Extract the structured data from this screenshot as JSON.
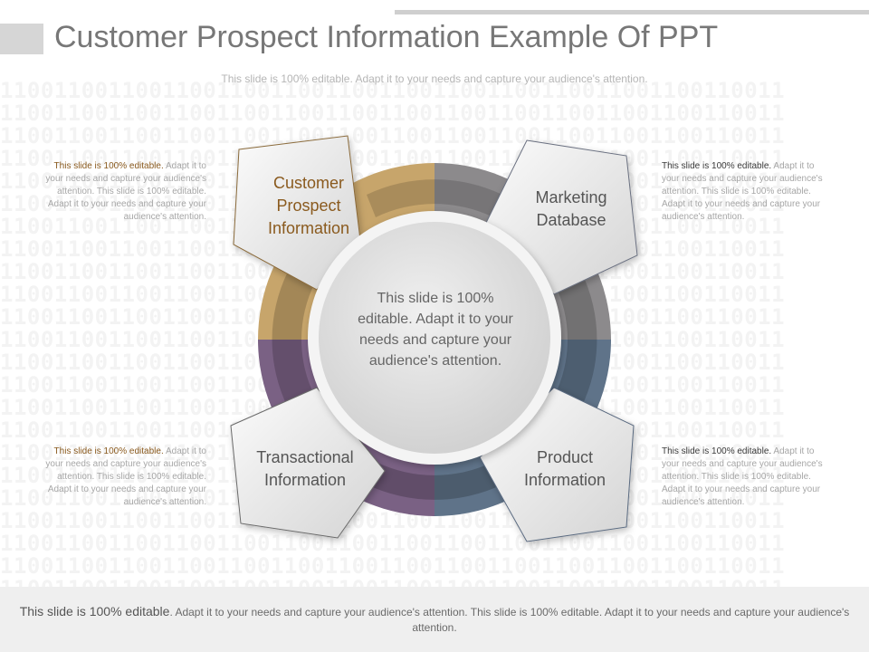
{
  "title": "Customer Prospect Information Example Of PPT",
  "subtitle": "This slide is 100% editable. Adapt it to your needs and capture your audience's attention.",
  "center_text": "This slide is 100% editable. Adapt it to your needs and capture your audience's attention.",
  "segments": [
    {
      "label": "Customer Prospect Information",
      "color": "#c7a56b"
    },
    {
      "label": "Marketing Database",
      "color": "#8c8a8c"
    },
    {
      "label": "Product Information",
      "color": "#5f7389"
    },
    {
      "label": "Transactional Information",
      "color": "#7a6184"
    }
  ],
  "side_notes": [
    {
      "lead": "This slide is 100% editable.",
      "rest": " Adapt it to your needs and capture your audience's attention. This slide is 100% editable. Adapt it to your needs and capture your audience's attention."
    },
    {
      "lead": "This slide is 100% editable.",
      "rest": " Adapt it to your needs and capture your audience's attention. This slide is 100% editable. Adapt it to your needs and capture your audience's attention."
    },
    {
      "lead": "This slide is 100% editable.",
      "rest": " Adapt it to your needs and capture your audience's attention. This slide is 100% editable. Adapt it to your needs and capture your audience's attention."
    },
    {
      "lead": "This slide is 100% editable.",
      "rest": " Adapt it to your needs and capture your audience's attention. This slide is 100% editable. Adapt it to your needs and capture your audience's attention."
    }
  ],
  "footer": {
    "lead": "This slide is 100% editable",
    "rest": ". Adapt it to your needs and capture your audience's attention. This slide is 100% editable. Adapt it to your needs and capture your audience's attention."
  }
}
